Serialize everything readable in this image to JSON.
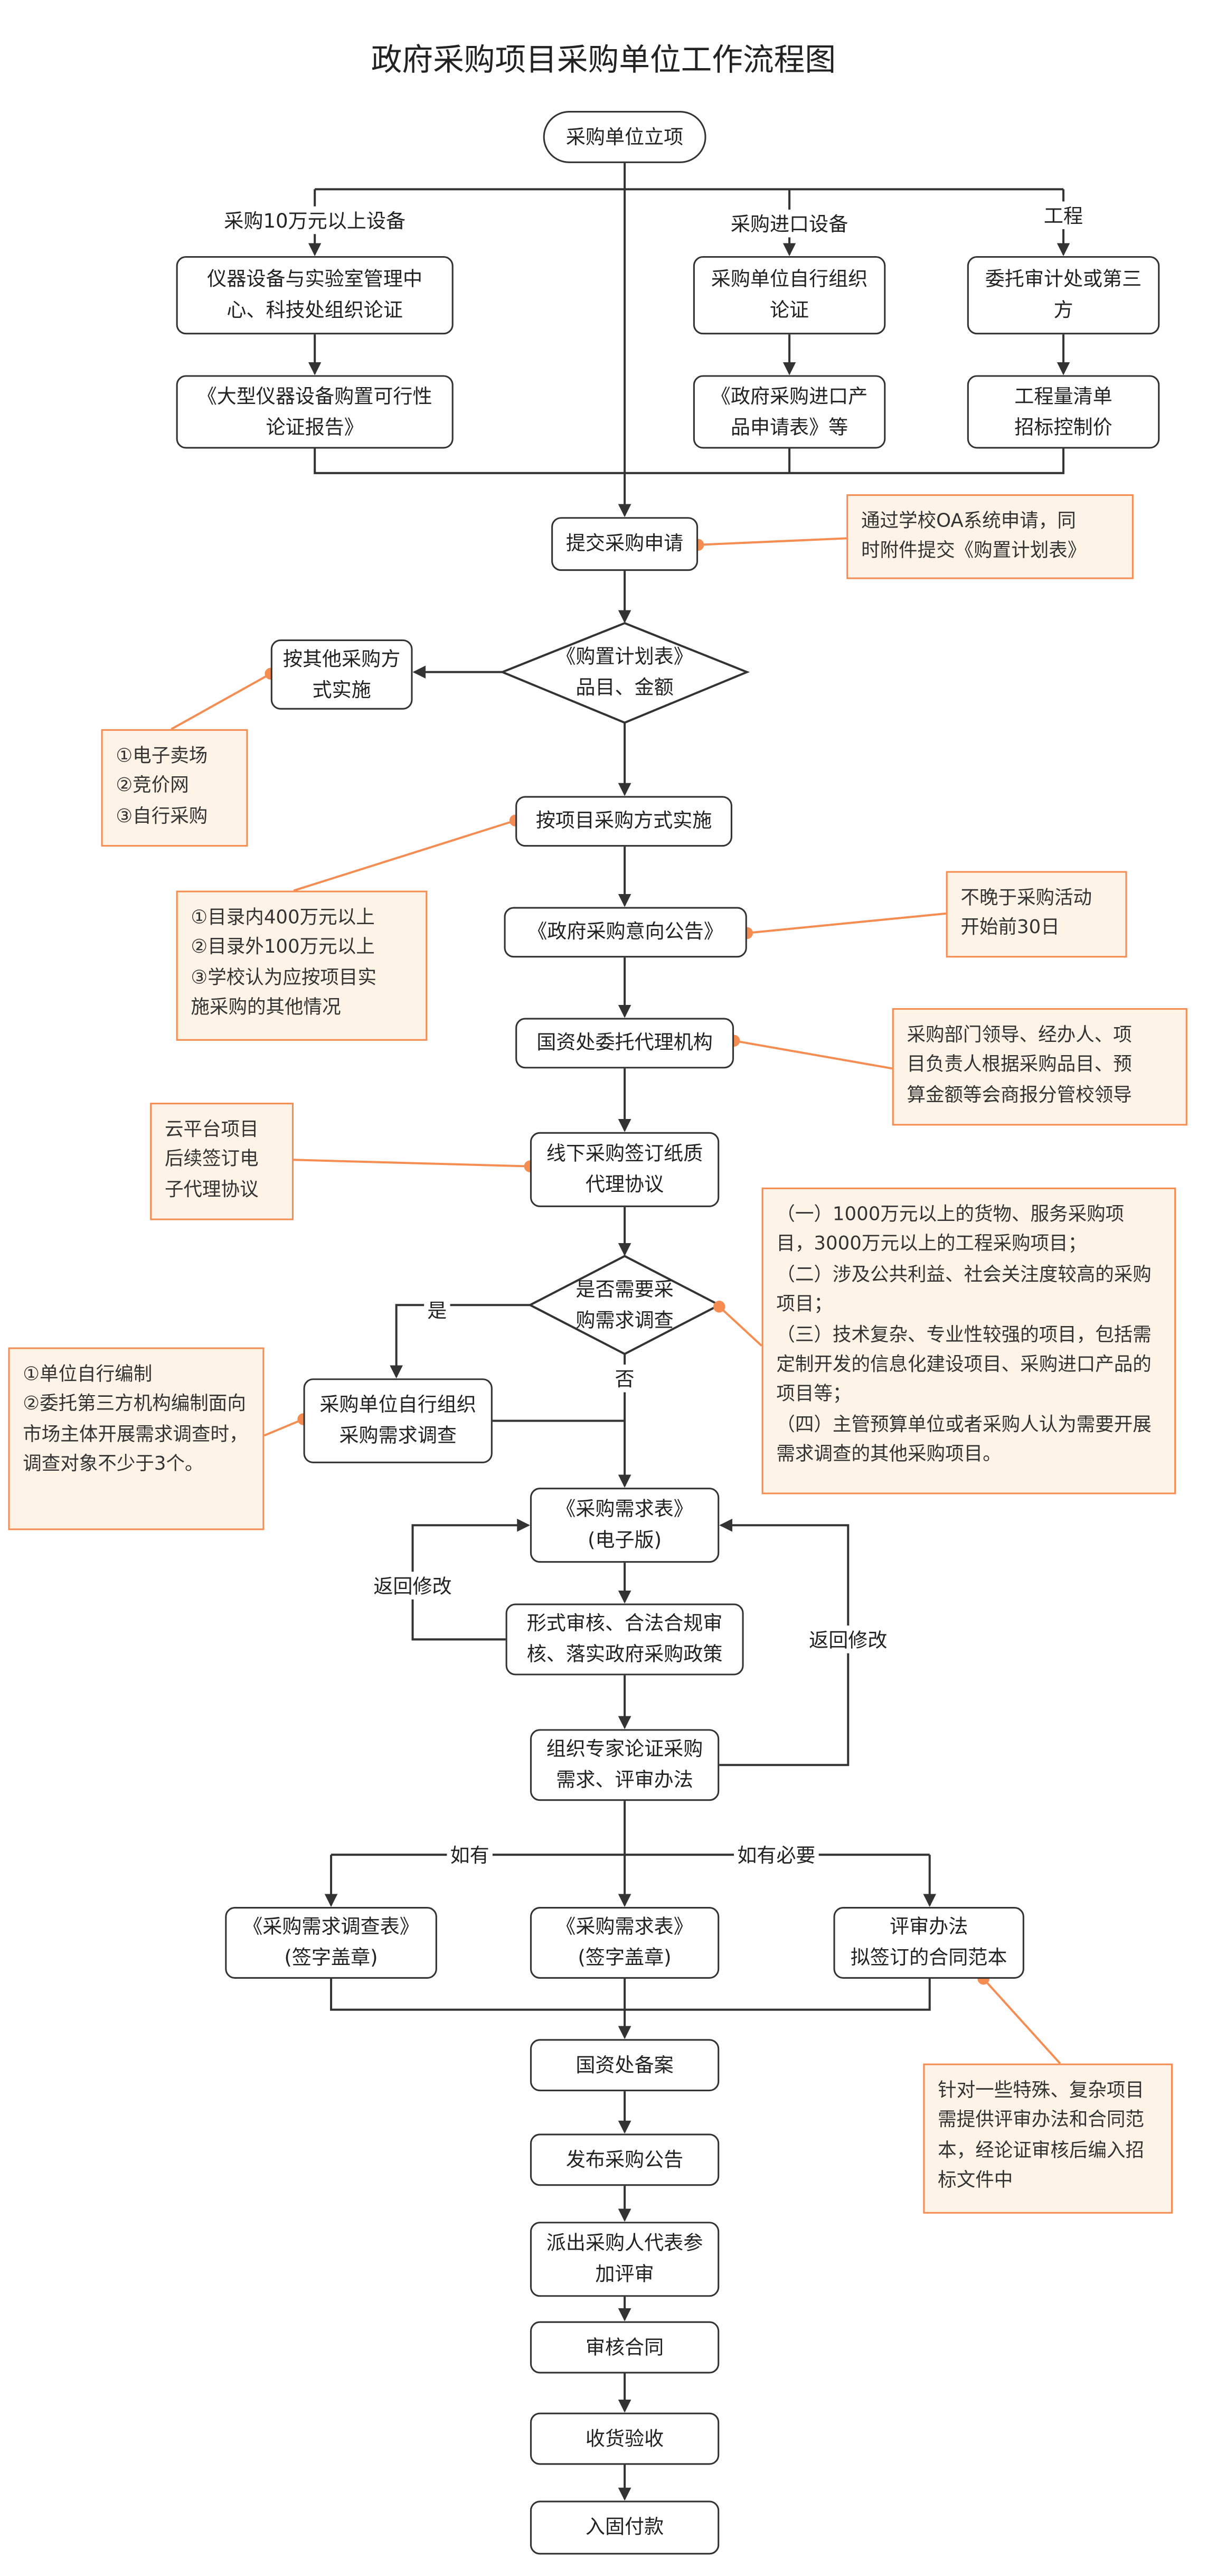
{
  "title": "政府采购项目采购单位工作流程图",
  "colors": {
    "line": "#333333",
    "note_border": "#f58d52",
    "note_fill": "#fdf3e7"
  },
  "labels": {
    "branch_a": "采购10万元以上设备",
    "branch_b": "采购进口设备",
    "branch_c": "工程",
    "yes": "是",
    "no": "否",
    "return1": "返回修改",
    "return2": "返回修改",
    "if_any": "如有",
    "if_needed": "如有必要"
  },
  "nodes": {
    "start": "采购单位立项",
    "a1": "仪器设备与实验室管理中\n心、科技处组织论证",
    "a2": "《大型仪器设备购置可行性\n论证报告》",
    "b1": "采购单位自行组织\n论证",
    "b2": "《政府采购进口产\n品申请表》等",
    "c1": "委托审计处或第三\n方",
    "c2": "工程量清单\n招标控制价",
    "submit": "提交采购申请",
    "decision1": "《购置计划表》\n品目、金额",
    "other": "按其他采购方\n式实施",
    "project": "按项目采购方式实施",
    "intent": "《政府采购意向公告》",
    "agency": "国资处委托代理机构",
    "offline": "线下采购签订纸质\n代理协议",
    "decision2": "是否需要采\n购需求调查",
    "survey": "采购单位自行组织\n采购需求调查",
    "demand": "《采购需求表》\n(电子版)",
    "review": "形式审核、合法合规审\n核、落实政府采购政策",
    "expert": "组织专家论证采购\n需求、评审办法",
    "out1": "《采购需求调查表》\n(签字盖章)",
    "out2": "《采购需求表》\n(签字盖章)",
    "out3": "评审办法\n拟签订的合同范本",
    "record": "国资处备案",
    "publish": "发布采购公告",
    "rep": "派出采购人代表参\n加评审",
    "contract": "审核合同",
    "accept": "收货验收",
    "pay": "入固付款"
  },
  "notes": {
    "oa": "通过学校OA系统申请，同\n时附件提交《购置计划表》",
    "other": "①电子卖场\n②竞价网\n③自行采购",
    "project": "①目录内400万元以上\n②目录外100万元以上\n③学校认为应按项目实\n施采购的其他情况",
    "intent": "不晚于采购活动\n开始前30日",
    "agency": "采购部门领导、经办人、项\n目负责人根据采购品目、预\n算金额等会商报分管校领导",
    "cloud": "云平台项目\n后续签订电\n子代理协议",
    "survey_cases": "（一）1000万元以上的货物、服务采购项目，3000万元以上的工程采购项目；\n（二）涉及公共利益、社会关注度较高的采购项目；\n（三）技术复杂、专业性较强的项目，包括需定制开发的信息化建设项目、采购进口产品的项目等；\n（四）主管预算单位或者采购人认为需要开展需求调查的其他采购项目。",
    "survey_method": "①单位自行编制\n②委托第三方机构编制面向市场主体开展需求调查时，调查对象不少于3个。",
    "special": "针对一些特殊、复杂项目需提供评审办法和合同范本，经论证审核后编入招标文件中"
  }
}
